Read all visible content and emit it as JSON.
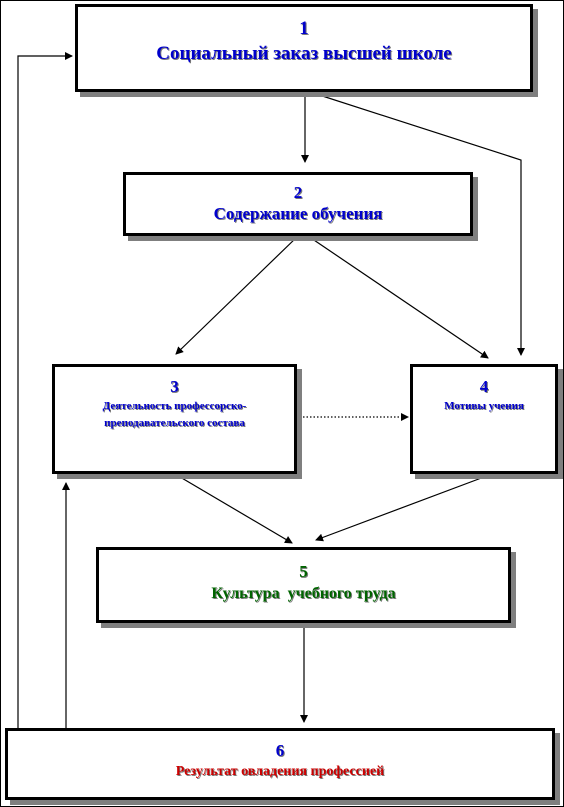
{
  "nodes": [
    {
      "id": "1",
      "number": "1",
      "label": "Социальный заказ высшей школе",
      "color": "#0000cc"
    },
    {
      "id": "2",
      "number": "2",
      "label": "Содержание обучения",
      "color": "#0000cc"
    },
    {
      "id": "3",
      "number": "3",
      "label_lines": [
        "Деятельность профессорско-",
        "преподавательского состава"
      ],
      "color": "#0000cc"
    },
    {
      "id": "4",
      "number": "4",
      "label": "Мотивы учения",
      "color": "#0000cc"
    },
    {
      "id": "5",
      "number": "5",
      "label": "Культура  учебного труда",
      "color": "#006400"
    },
    {
      "id": "6",
      "number": "6",
      "label": "Результат овладения профессией",
      "color": "#cc0000"
    }
  ],
  "edges": [
    {
      "from": "1",
      "to": "2"
    },
    {
      "from": "1",
      "to": "4"
    },
    {
      "from": "2",
      "to": "3"
    },
    {
      "from": "2",
      "to": "4"
    },
    {
      "from": "3",
      "to": "4",
      "style": "dotted"
    },
    {
      "from": "3",
      "to": "5"
    },
    {
      "from": "4",
      "to": "5"
    },
    {
      "from": "5",
      "to": "6"
    },
    {
      "from": "6",
      "to": "3"
    },
    {
      "from": "6",
      "to": "1"
    }
  ]
}
